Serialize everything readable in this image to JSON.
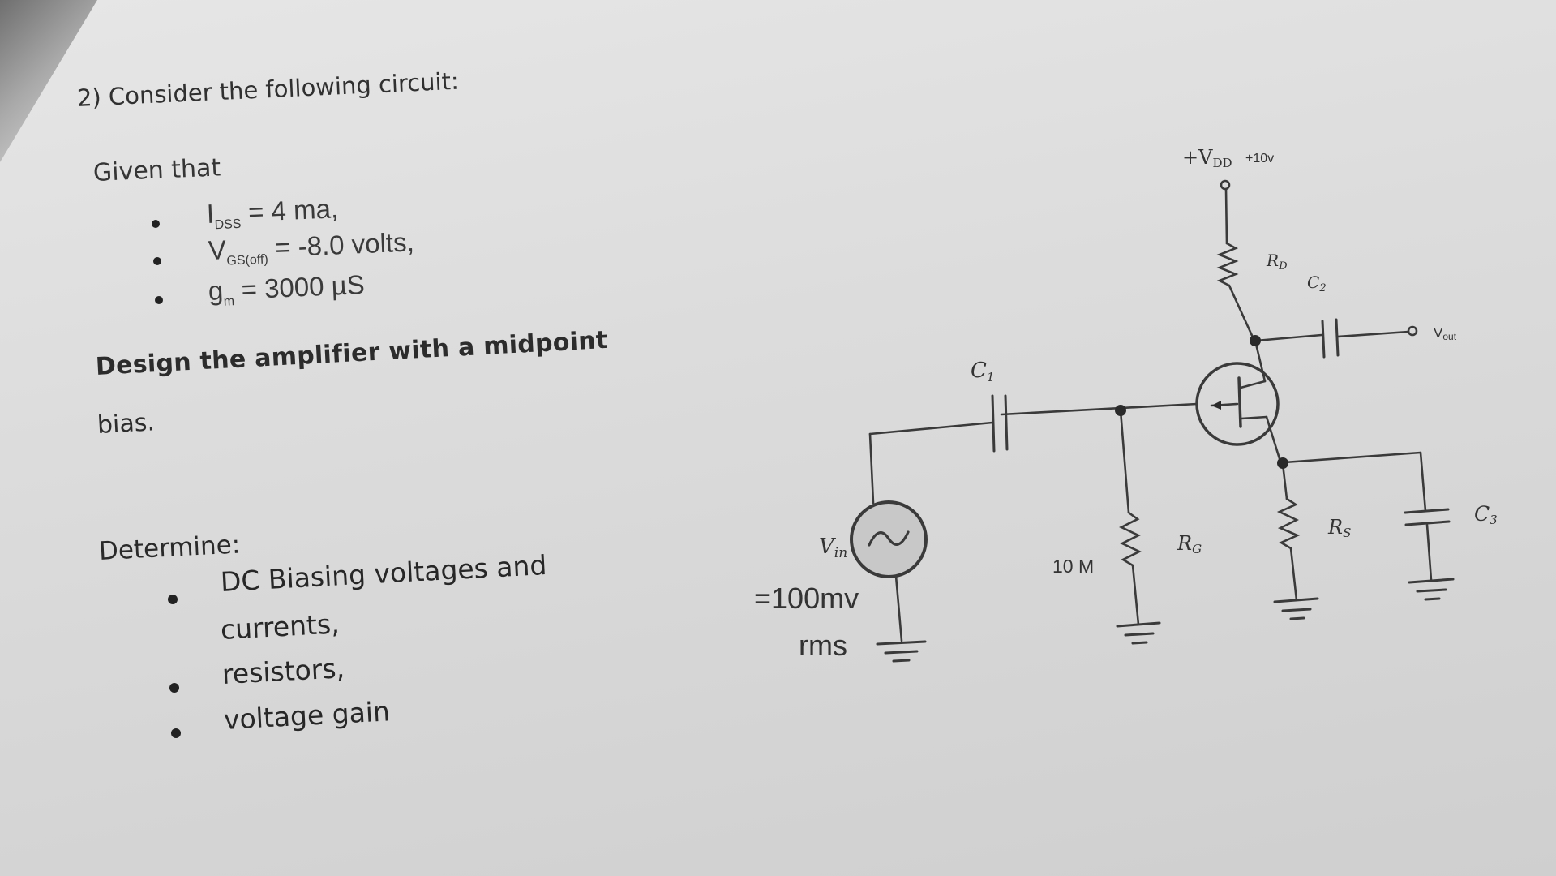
{
  "question": {
    "title": "2) Consider the following circuit:",
    "given_label": "Given that",
    "given": [
      {
        "sym": "I",
        "sub": "DSS",
        "rest": " = 4 ma,"
      },
      {
        "sym": "V",
        "sub": "GS(off)",
        "rest": " = -8.0 volts,"
      },
      {
        "sym": "g",
        "sub": "m",
        "rest": " = 3000 µS"
      }
    ],
    "design_line1": "Design the amplifier with a midpoint",
    "design_line2": "bias.",
    "determine_label": "Determine:",
    "determine": [
      "DC Biasing voltages and",
      "currents,",
      "resistors,",
      "voltage gain"
    ]
  },
  "circuit": {
    "vdd": "+V",
    "vdd_sub": "DD",
    "vdd_value": "+10v",
    "rd": "R",
    "rd_sub": "D",
    "c2": "C",
    "c2_sub": "2",
    "vout": "V",
    "vout_sub": "out",
    "c1": "C",
    "c1_sub": "1",
    "vin": "V",
    "vin_sub": "in",
    "vin_value": "=100mv",
    "vin_unit": "rms",
    "r_value": "10 M",
    "rg": "R",
    "rg_sub": "G",
    "rs": "R",
    "rs_sub": "S",
    "c3": "C",
    "c3_sub": "3"
  },
  "colors": {
    "ink": "#2a2a2a",
    "paper": "#dcdcdc",
    "source_fill": "#c9c9c9"
  }
}
